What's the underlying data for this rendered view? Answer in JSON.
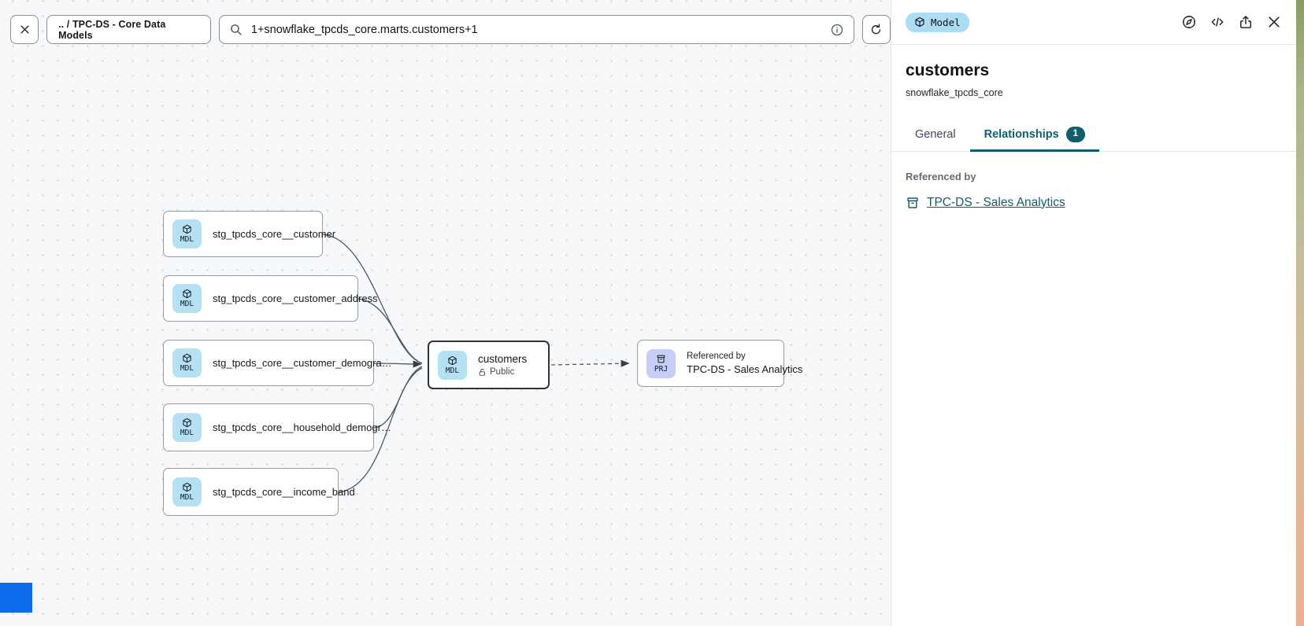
{
  "topbar": {
    "breadcrumb": ".. / TPC-DS - Core Data Models",
    "search_value": "1+snowflake_tpcds_core.marts.customers+1"
  },
  "canvas": {
    "upstream_nodes": [
      {
        "badge": "MDL",
        "label": "stg_tpcds_core__customer"
      },
      {
        "badge": "MDL",
        "label": "stg_tpcds_core__customer_address"
      },
      {
        "badge": "MDL",
        "label": "stg_tpcds_core__customer_demogra…"
      },
      {
        "badge": "MDL",
        "label": "stg_tpcds_core__household_demogr…"
      },
      {
        "badge": "MDL",
        "label": "stg_tpcds_core__income_band"
      }
    ],
    "selected_node": {
      "badge": "MDL",
      "label": "customers",
      "access": "Public"
    },
    "downstream_node": {
      "badge": "PRJ",
      "caption": "Referenced by",
      "label": "TPC-DS - Sales Analytics"
    }
  },
  "panel": {
    "type_badge": "Model",
    "title": "customers",
    "subtitle": "snowflake_tpcds_core",
    "tabs": [
      {
        "label": "General"
      },
      {
        "label": "Relationships",
        "count": "1"
      }
    ],
    "referenced_by_label": "Referenced by",
    "referenced_by_link": "TPC-DS - Sales Analytics"
  },
  "colors": {
    "accent_teal": "#0f5e6d",
    "model_badge_bg": "#b4e2f4",
    "project_badge_bg": "#c7cdf9",
    "panel_type_badge_bg": "#acdcf3",
    "canvas_bg": "#f7f8fa",
    "selected_border": "#2e343b",
    "blue_marker": "#0d6cec"
  }
}
